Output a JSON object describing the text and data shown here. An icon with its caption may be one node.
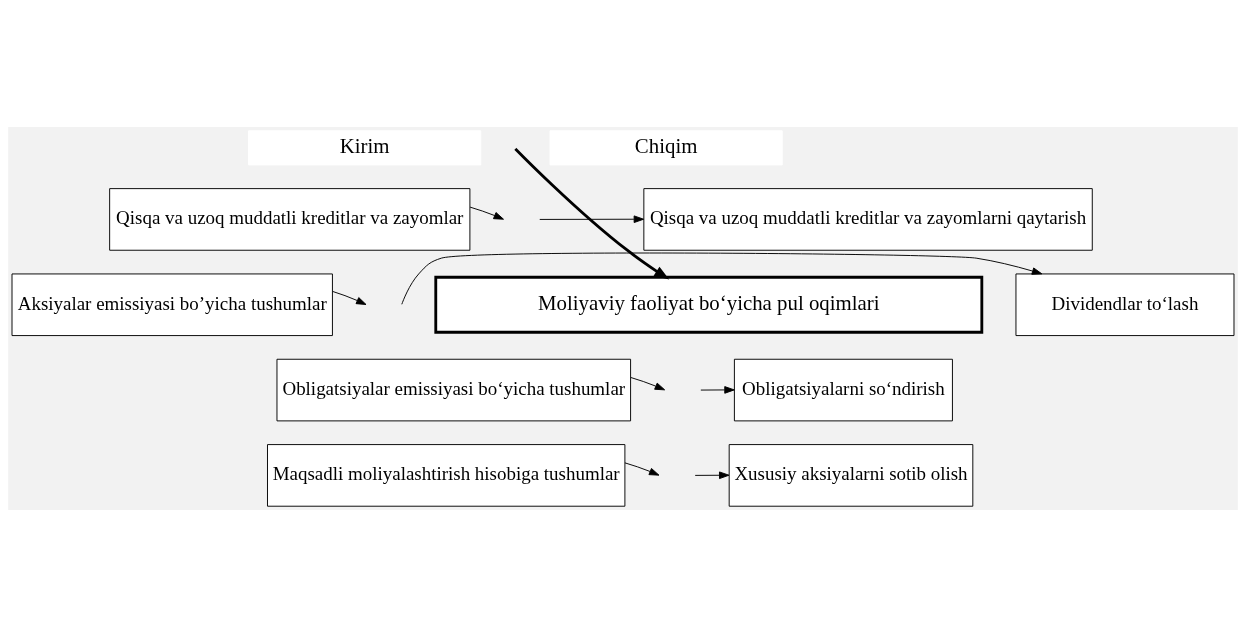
{
  "diagram": {
    "nodes": [
      {
        "text": [
          "Kirim"
        ]
      },
      {
        "text": [
          "Chiqim"
        ]
      },
      {
        "text": [
          "Qisqa va uzoq muddatli kreditlar va zayomlar"
        ]
      },
      {
        "text": [
          "Aksiyalar emissiyasi bo’yicha tushumlar"
        ]
      },
      {
        "text": [
          "Obligatsiyalar emissiyasi bo‘yicha tushumlar"
        ]
      },
      {
        "text": [
          "Maqsadli moliyalashtirish hisobiga tushumlar"
        ]
      },
      {
        "text": [
          "Qisqa va uzoq muddatli kreditlar va zayomlarni qaytarish"
        ]
      },
      {
        "text": [
          "Dividendlar to‘lash"
        ]
      },
      {
        "text": [
          "Obligatsiyalarni so‘ndirish"
        ]
      },
      {
        "text": [
          "Xususiy aksiyalarni sotib olish"
        ]
      },
      {
        "text": [
          "Moliyaviy faoliyat bo‘yicha pul oqimlari"
        ]
      }
    ],
    "edges": [
      {
        "from": 2,
        "to": null,
        "arrow": "to"
      },
      {
        "from": 3,
        "to": null,
        "arrow": "to"
      },
      {
        "from": 4,
        "to": null,
        "arrow": "to"
      },
      {
        "from": 5,
        "to": null,
        "arrow": "to"
      },
      {
        "from": null,
        "to": 6,
        "arrow": "to"
      },
      {
        "from": null,
        "to": 7,
        "arrow": "to"
      },
      {
        "from": null,
        "to": 8,
        "arrow": "to"
      },
      {
        "from": null,
        "to": 9,
        "arrow": "to"
      },
      {
        "from": null,
        "to": 10,
        "arrow": "to",
        "style": "thick"
      }
    ]
  }
}
